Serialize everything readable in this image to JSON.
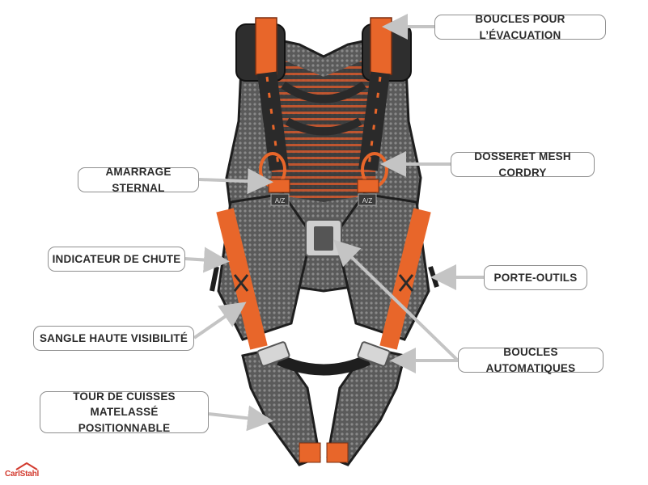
{
  "labels": {
    "evacuation": "BOUCLES POUR L’ÉVACUATION",
    "mesh": "DOSSERET MESH CORDRY",
    "sternal": "AMARRAGE STERNAL",
    "fall_indicator": "INDICATEUR DE CHUTE",
    "tools": "PORTE-OUTILS",
    "hivis": "SANGLE HAUTE VISIBILITÉ",
    "auto_buckles": "BOUCLES AUTOMATIQUES",
    "thigh_line1": "TOUR DE CUISSES MATELASSÉ",
    "thigh_line2": "POSITIONNABLE"
  },
  "buckle_tag": "A/Z",
  "logo": "CarlStahl",
  "colors": {
    "accent": "#e8662a",
    "webbing": "#2a2a2a",
    "mesh": "#6b6b6b",
    "arrow": "#c4c4c4",
    "logo": "#d23a2e"
  }
}
